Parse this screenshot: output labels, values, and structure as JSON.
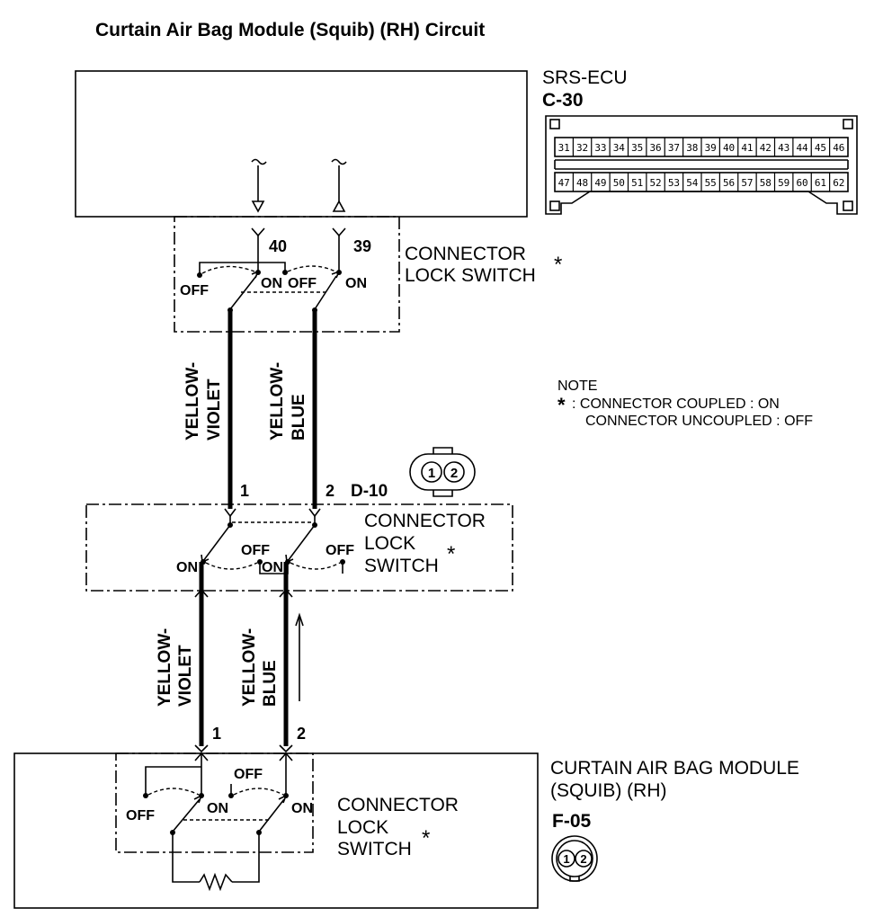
{
  "title": "Curtain Air Bag Module (Squib) (RH) Circuit",
  "ecu": {
    "name": "SRS-ECU",
    "connector": "C-30",
    "pins_top": [
      "31",
      "32",
      "33",
      "34",
      "35",
      "36",
      "37",
      "38",
      "39",
      "40",
      "41",
      "42",
      "43",
      "44",
      "45",
      "46"
    ],
    "pins_bottom": [
      "47",
      "48",
      "49",
      "50",
      "51",
      "52",
      "53",
      "54",
      "55",
      "56",
      "57",
      "58",
      "59",
      "60",
      "61",
      "62"
    ],
    "terminal_left": "40",
    "terminal_right": "39"
  },
  "lock_switch_top": {
    "label_line1": "CONNECTOR",
    "label_line2": "LOCK SWITCH",
    "asterisk": "*",
    "off_left": "OFF",
    "on_left": "ON",
    "off_right": "OFF",
    "on_right": "ON"
  },
  "wires_upper": {
    "left_line1": "YELLOW-",
    "left_line2": "VIOLET",
    "right_line1": "YELLOW-",
    "right_line2": "BLUE"
  },
  "note": {
    "heading": "NOTE",
    "asterisk": "*",
    "line1": ": CONNECTOR COUPLED : ON",
    "line2": "CONNECTOR UNCOUPLED : OFF"
  },
  "mid_connector": {
    "name": "D-10",
    "pin_left": "1",
    "pin_right": "2",
    "icon_pin1": "1",
    "icon_pin2": "2",
    "label_line1": "CONNECTOR",
    "label_line2": "LOCK",
    "label_line3": "SWITCH",
    "asterisk": "*",
    "on_left": "ON",
    "off_mid": "OFF",
    "on_mid": "ON",
    "off_right": "OFF"
  },
  "wires_lower": {
    "left_line1": "YELLOW-",
    "left_line2": "VIOLET",
    "right_line1": "YELLOW-",
    "right_line2": "BLUE"
  },
  "module": {
    "name_line1": "CURTAIN AIR BAG MODULE",
    "name_line2": "(SQUIB) (RH)",
    "connector": "F-05",
    "pin_left": "1",
    "pin_right": "2",
    "icon_pin1": "1",
    "icon_pin2": "2",
    "label_line1": "CONNECTOR",
    "label_line2": "LOCK",
    "label_line3": "SWITCH",
    "asterisk": "*",
    "off_top": "OFF",
    "off_left": "OFF",
    "on_left": "ON",
    "on_right": "ON"
  }
}
